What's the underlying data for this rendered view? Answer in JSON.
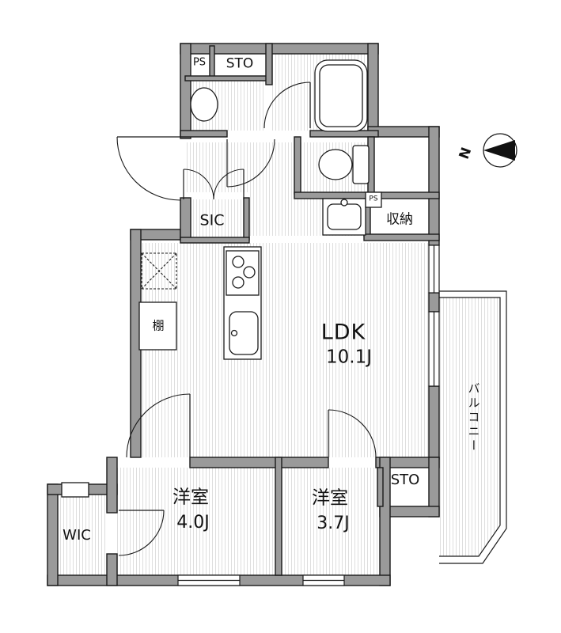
{
  "floor_plan": {
    "compass": {
      "north_label": "N"
    },
    "rooms": {
      "ldk": {
        "label": "LDK",
        "size": "10.1J"
      },
      "bedroom_west": {
        "label": "洋室",
        "size": "4.0J"
      },
      "bedroom_east": {
        "label": "洋室",
        "size": "3.7J"
      },
      "wic": {
        "label": "WIC"
      },
      "sic": {
        "label": "SIC"
      },
      "storage_top": {
        "label": "STO"
      },
      "storage_right": {
        "label": "STO"
      },
      "closet": {
        "label": "収納"
      },
      "shelf": {
        "label": "棚"
      },
      "pipe_space_top": {
        "label": "PS"
      },
      "pipe_space_small": {
        "label": "PS"
      },
      "balcony": {
        "label": "バルコニー"
      }
    },
    "colors": {
      "wall_fill": "#9a9a9a",
      "outline": "#1a1a1a",
      "floor_stripe": "#dedede",
      "background": "#ffffff"
    }
  }
}
